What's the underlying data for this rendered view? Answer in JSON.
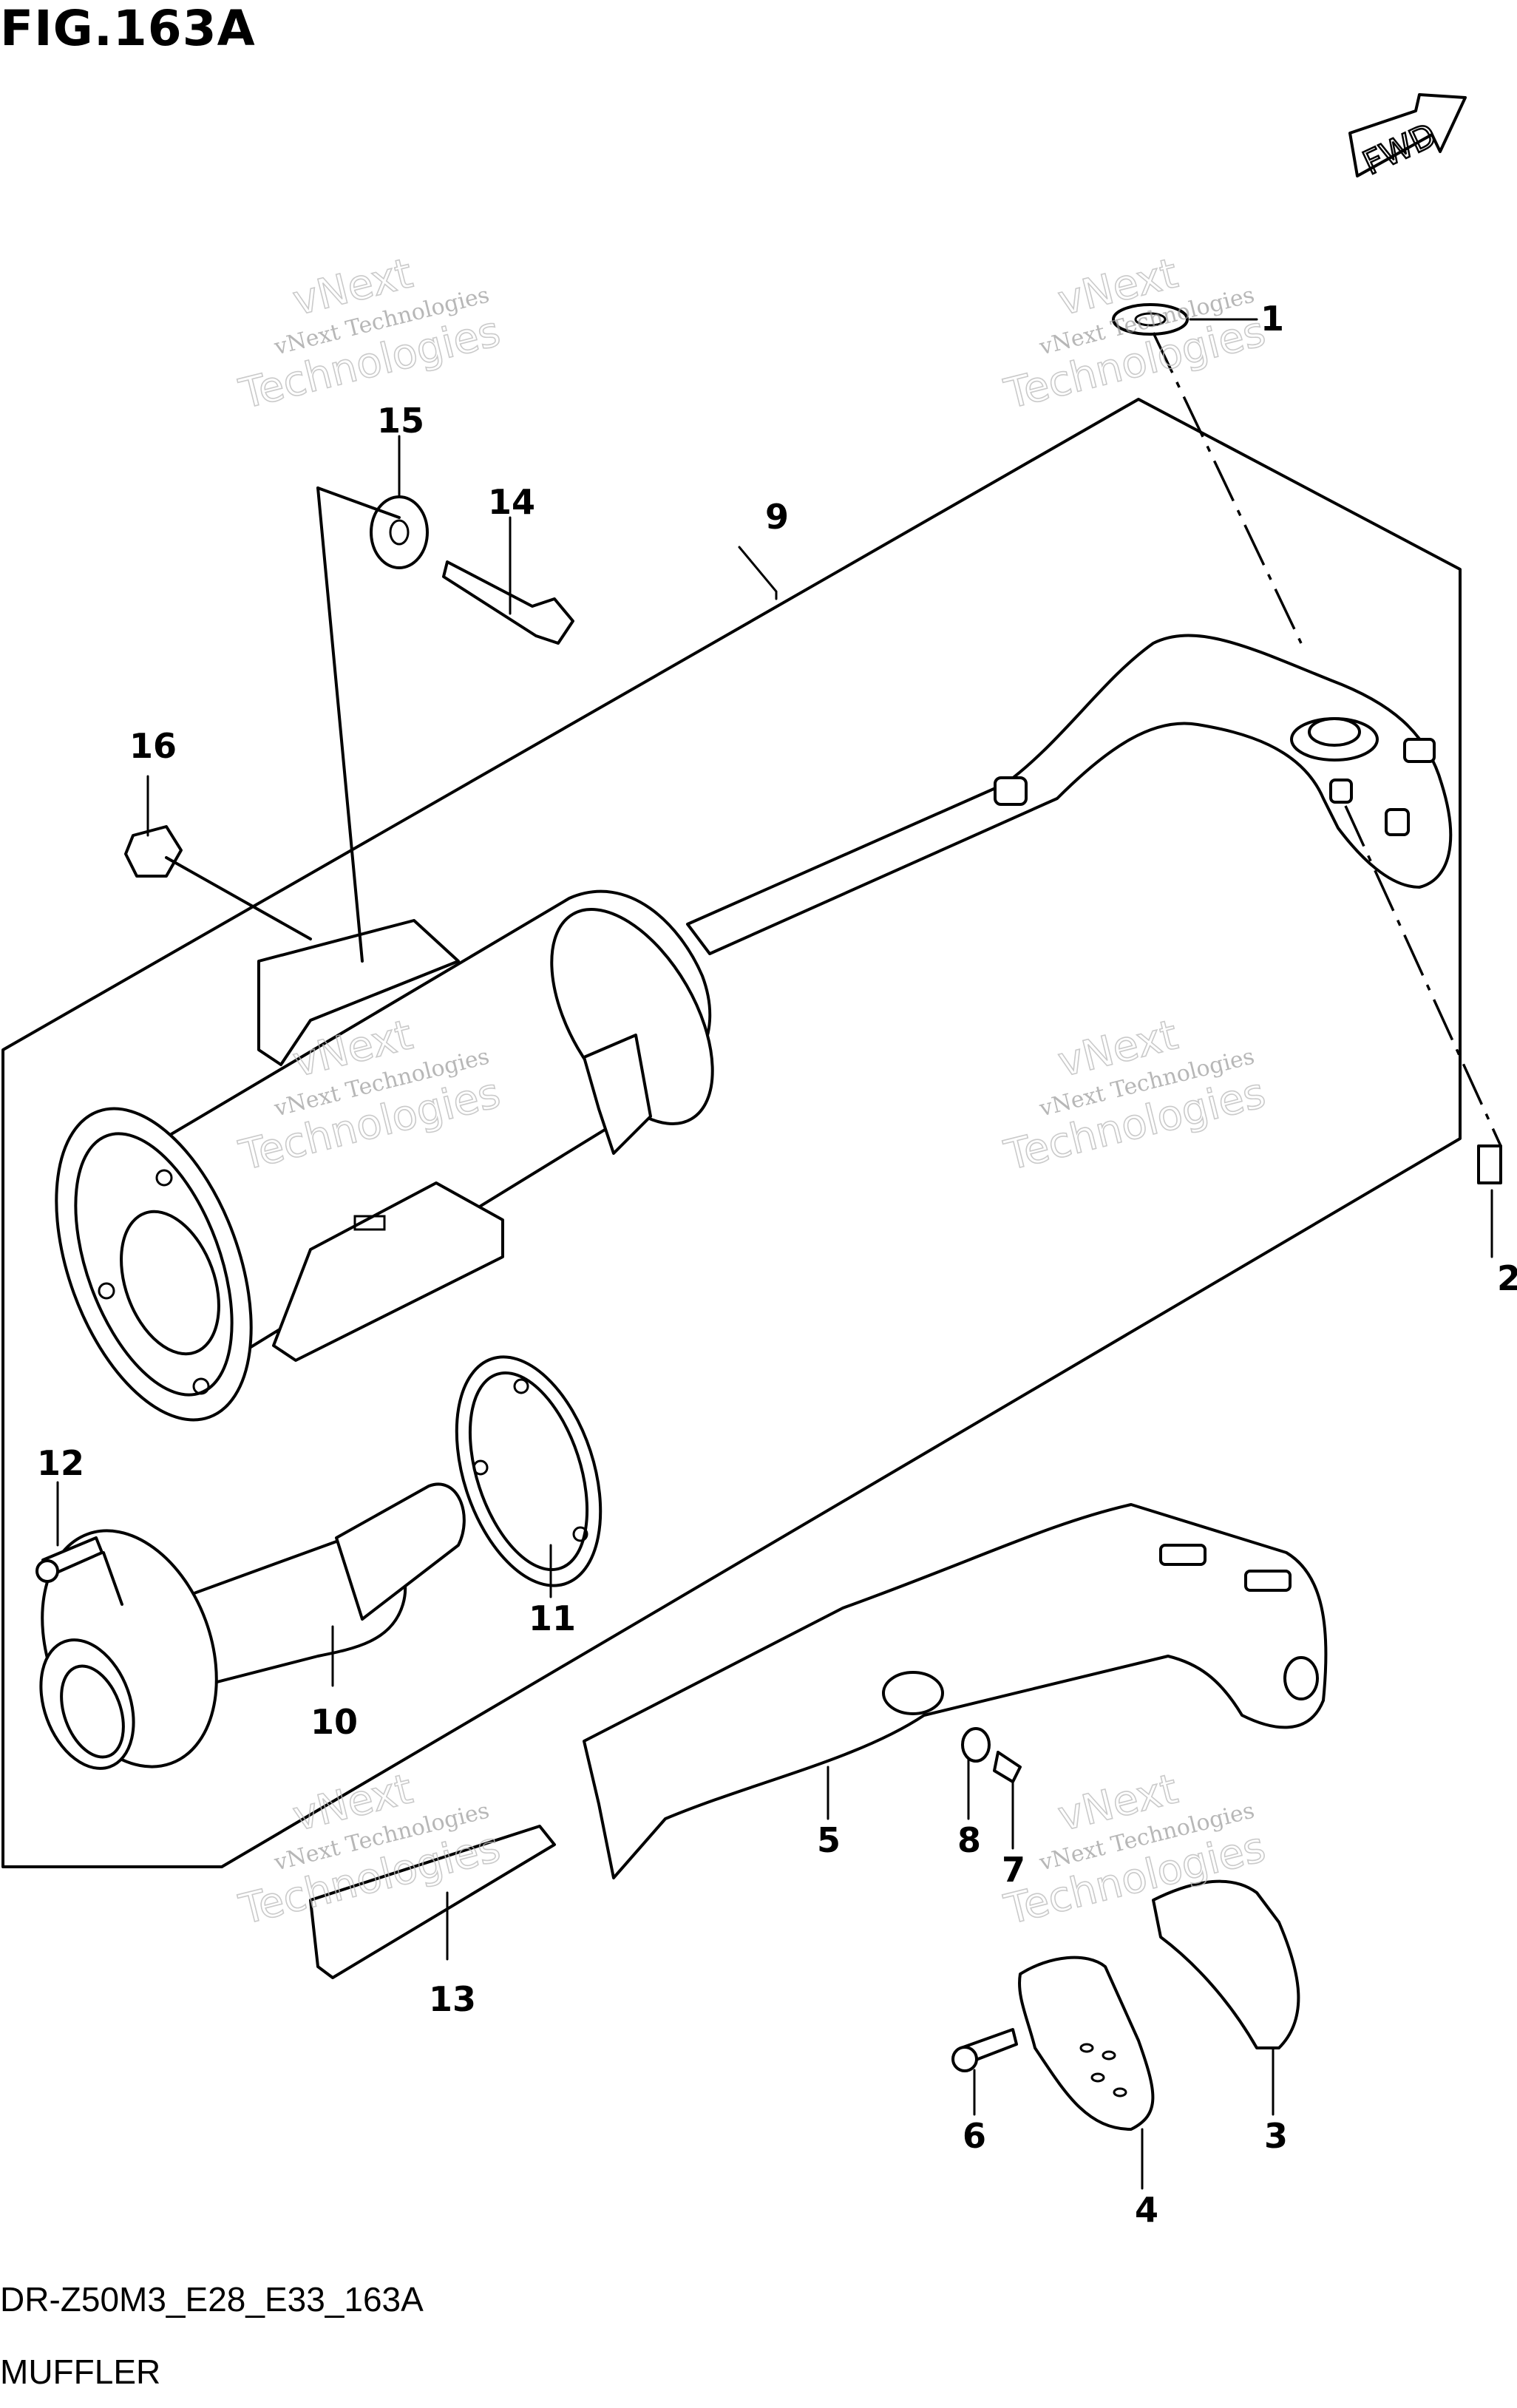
{
  "figure": {
    "title": "FIG.163A",
    "code": "DR-Z50M3_E28_E33_163A",
    "section": "MUFFLER"
  },
  "fwd_label": "FWD",
  "watermark": {
    "line1": "vNext",
    "line2": "vNext Technologies",
    "line3": "Technologies"
  },
  "callouts": [
    "1",
    "2",
    "3",
    "4",
    "5",
    "6",
    "7",
    "8",
    "9",
    "10",
    "11",
    "12",
    "13",
    "14",
    "15",
    "16"
  ]
}
